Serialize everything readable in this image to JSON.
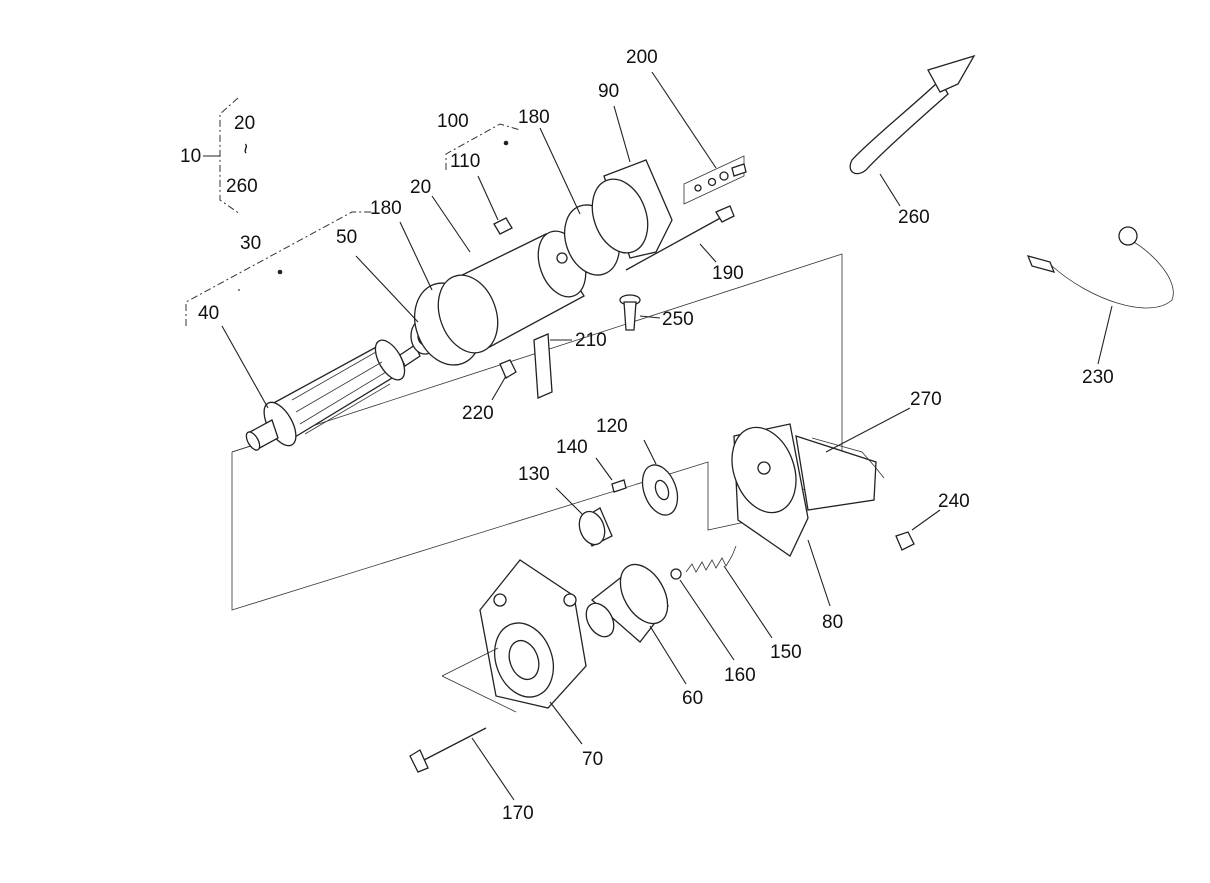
{
  "labels": {
    "l10": "10",
    "l20a": "20",
    "l260a": "260",
    "l30": "30",
    "l40": "40",
    "l50": "50",
    "l180a": "180",
    "l20b": "20",
    "l100": "100",
    "l110": "110",
    "l180b": "180",
    "l90": "90",
    "l200": "200",
    "l190": "190",
    "l250": "250",
    "l210": "210",
    "l220": "220",
    "l260b": "260",
    "l230": "230",
    "l270": "270",
    "l120": "120",
    "l140": "140",
    "l130": "130",
    "l240": "240",
    "l80": "80",
    "l150": "150",
    "l160": "160",
    "l60": "60",
    "l70": "70",
    "l170": "170",
    "tilde": "~"
  }
}
